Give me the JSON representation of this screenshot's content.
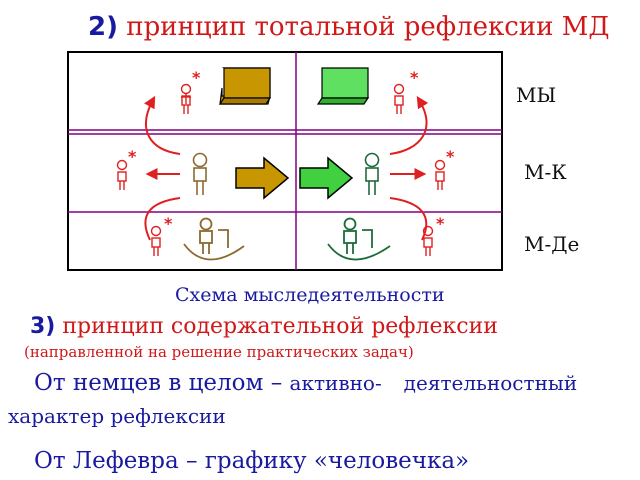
{
  "heading2": {
    "number": "2)",
    "text": "принцип тотальной рефлексии МД"
  },
  "rows": {
    "my": "МЫ",
    "mk": "М-К",
    "mde": "М-Де"
  },
  "caption": "Схема мыследеятельности",
  "heading3": {
    "number": "3)",
    "text": "принцип содержательной рефлексии"
  },
  "heading3_sub": "(направленной на решение практических задач)",
  "line1": {
    "a": "От немцев в целом – ",
    "b": "активно-",
    "c": "деятельностный"
  },
  "line2": "характер рефлексии",
  "line3": "От Лефевра – графику «человечка»",
  "star": "*",
  "colors": {
    "red": "#e02020",
    "blue": "#1a1aa0",
    "gold": "#c89600",
    "green": "#40d040",
    "brown": "#8b6a30",
    "darkgreen": "#1e6b3a",
    "purple": "#800080"
  }
}
